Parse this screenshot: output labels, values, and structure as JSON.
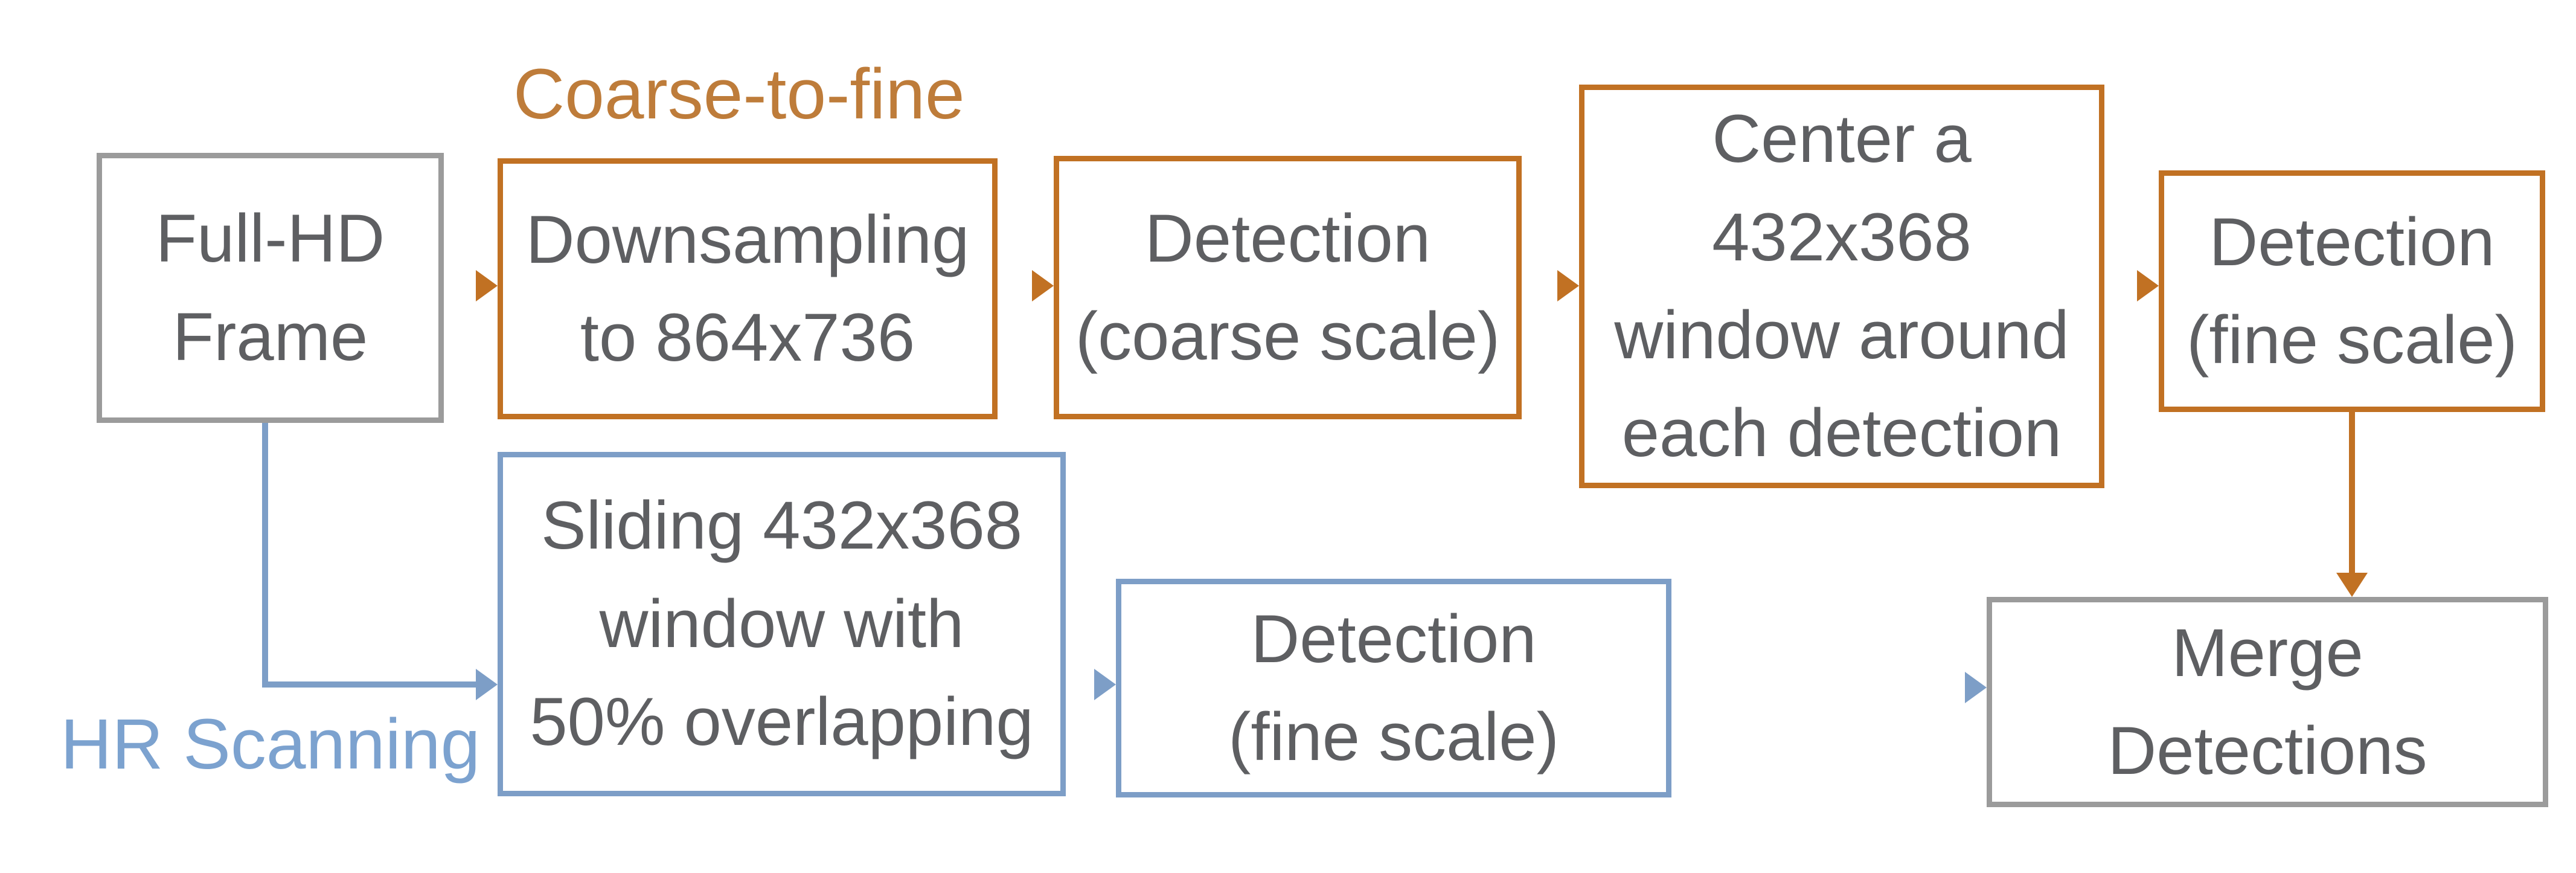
{
  "diagram": {
    "colors": {
      "orange": "#C17123",
      "orange_text": "#BE7C3A",
      "blue": "#7D9EC7",
      "blue_text": "#7CA2CF",
      "gray": "#9B9B9B",
      "text": "#5E5F62",
      "background": "#FFFFFF"
    },
    "labels": {
      "coarse_to_fine": "Coarse-to-fine",
      "hr_scanning": "HR Scanning"
    },
    "boxes": [
      {
        "id": "full-hd-frame",
        "style": "gray",
        "lines": [
          "Full-HD",
          "Frame"
        ]
      },
      {
        "id": "downsampling",
        "style": "orange",
        "lines": [
          "Downsampling",
          "to 864x736"
        ]
      },
      {
        "id": "detection-coarse",
        "style": "orange",
        "lines": [
          "Detection",
          "(coarse scale)"
        ]
      },
      {
        "id": "center-window",
        "style": "orange",
        "lines": [
          "Center a",
          "432x368",
          "window around",
          "each detection"
        ]
      },
      {
        "id": "detection-fine-top",
        "style": "orange",
        "lines": [
          "Detection",
          "(fine scale)"
        ]
      },
      {
        "id": "sliding-window",
        "style": "blue",
        "lines": [
          "Sliding 432x368",
          "window with",
          "50% overlapping"
        ]
      },
      {
        "id": "detection-fine-bottom",
        "style": "blue",
        "lines": [
          "Detection",
          "(fine scale)"
        ]
      },
      {
        "id": "merge-detections",
        "style": "gray",
        "lines": [
          "Merge",
          "Detections"
        ]
      }
    ],
    "connectors": [
      {
        "from": "full-hd-frame",
        "to": "downsampling",
        "color": "orange"
      },
      {
        "from": "downsampling",
        "to": "detection-coarse",
        "color": "orange"
      },
      {
        "from": "detection-coarse",
        "to": "center-window",
        "color": "orange"
      },
      {
        "from": "center-window",
        "to": "detection-fine-top",
        "color": "orange"
      },
      {
        "from": "detection-fine-top",
        "to": "merge-detections",
        "color": "orange"
      },
      {
        "from": "full-hd-frame",
        "to": "sliding-window",
        "color": "blue"
      },
      {
        "from": "sliding-window",
        "to": "detection-fine-bottom",
        "color": "blue"
      },
      {
        "from": "detection-fine-bottom",
        "to": "merge-detections",
        "color": "blue"
      }
    ]
  }
}
